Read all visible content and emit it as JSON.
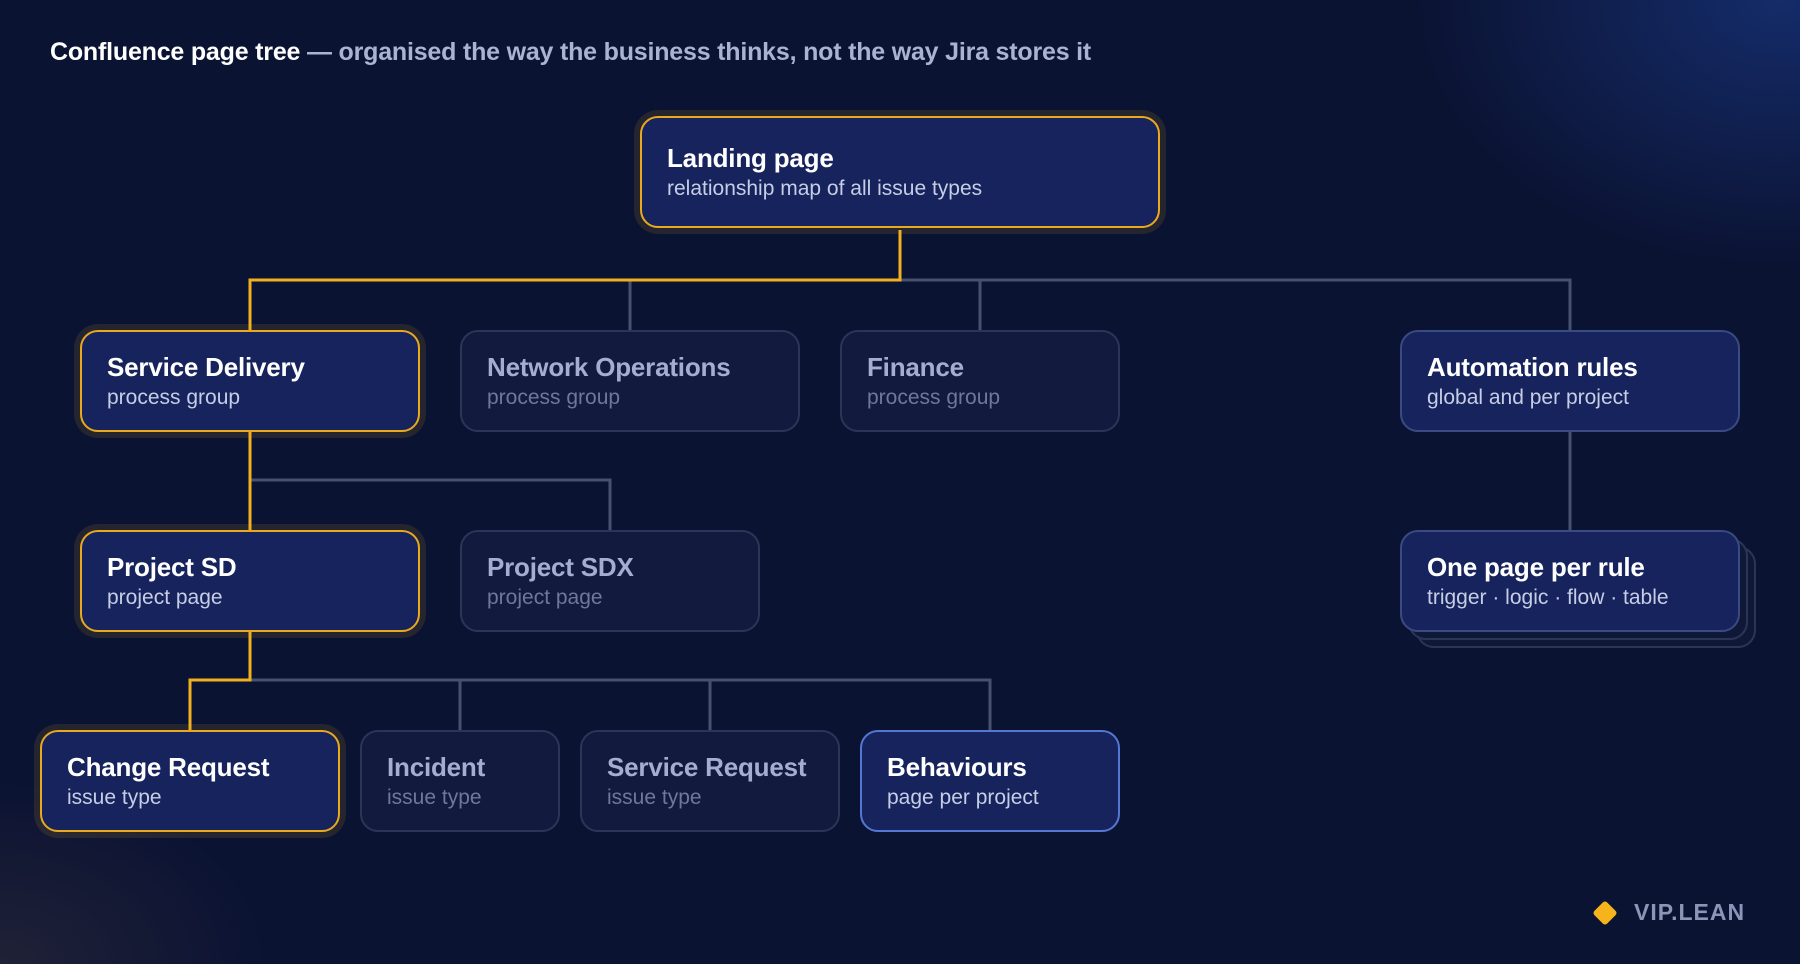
{
  "header": {
    "title": "Confluence page tree",
    "subtitle": "— organised the way the business thinks, not the way Jira stores it"
  },
  "colors": {
    "highlight": "#e8a91e",
    "connector": "#46506f",
    "background": "#0b1333",
    "node_fill": "#16235c"
  },
  "nodes": {
    "landing": {
      "title": "Landing page",
      "subtitle": "relationship map of all issue types"
    },
    "service_delivery": {
      "title": "Service Delivery",
      "subtitle": "process group"
    },
    "network_operations": {
      "title": "Network Operations",
      "subtitle": "process group"
    },
    "finance": {
      "title": "Finance",
      "subtitle": "process group"
    },
    "automation_rules": {
      "title": "Automation rules",
      "subtitle": "global and per project"
    },
    "project_sd": {
      "title": "Project SD",
      "subtitle": "project page"
    },
    "project_sdx": {
      "title": "Project SDX",
      "subtitle": "project page"
    },
    "one_page_per_rule": {
      "title": "One page per rule",
      "subtitle": "trigger · logic · flow · table"
    },
    "change_request": {
      "title": "Change Request",
      "subtitle": "issue type"
    },
    "incident": {
      "title": "Incident",
      "subtitle": "issue type"
    },
    "service_request": {
      "title": "Service Request",
      "subtitle": "issue type"
    },
    "behaviours": {
      "title": "Behaviours",
      "subtitle": "page per project"
    }
  },
  "brand": {
    "icon": "diamond-icon",
    "name": "VIP.LEAN"
  }
}
